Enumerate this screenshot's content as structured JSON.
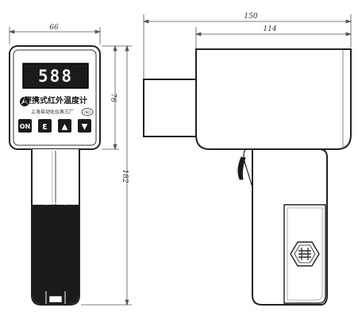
{
  "dimensions": {
    "front_width": "66",
    "side_total_length": "150",
    "side_body_length": "114",
    "head_height": "76",
    "total_height": "182"
  },
  "display": {
    "reading": "588"
  },
  "panel": {
    "title": "便携式红外温度计",
    "manufacturer": "上海自动化仪表三厂",
    "badge": "ISO"
  },
  "buttons": {
    "on": "ON",
    "epsilon": "ε",
    "up": "▲",
    "down": "▼"
  }
}
